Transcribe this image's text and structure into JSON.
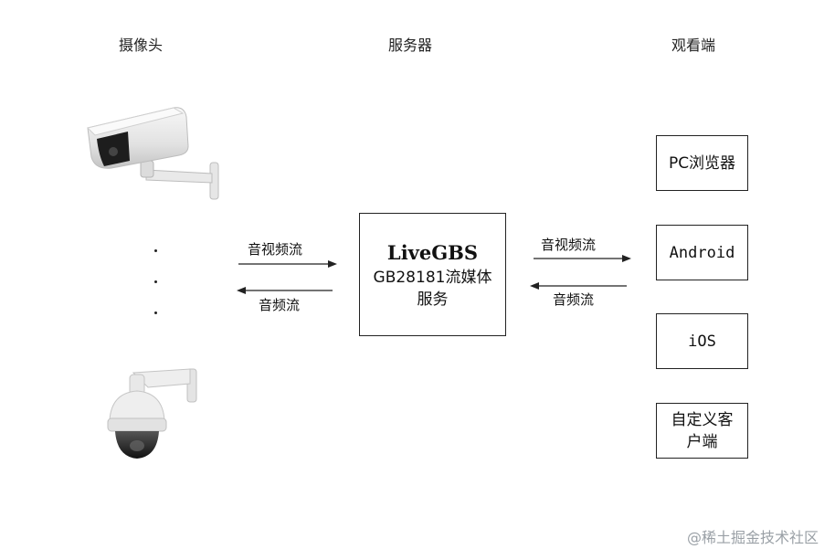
{
  "columns": {
    "camera": "摄像头",
    "server": "服务器",
    "viewer": "观看端"
  },
  "server_box": {
    "title": "LiveGBS",
    "subtitle_line1": "GB28181流媒体",
    "subtitle_line2": "服务"
  },
  "left_arrows": {
    "top_label": "音视频流",
    "bottom_label": "音频流"
  },
  "right_arrows": {
    "top_label": "音视频流",
    "bottom_label": "音频流"
  },
  "clients": [
    {
      "label": "PC浏览器"
    },
    {
      "label": "Android"
    },
    {
      "label": "iOS"
    },
    {
      "label": "自定义客\n户端"
    }
  ],
  "watermark": "@稀土掘金技术社区",
  "icons": [
    "bullet-camera-icon",
    "dome-camera-icon"
  ],
  "colors": {
    "line": "#222222",
    "watermark": "#9aa0a6"
  }
}
